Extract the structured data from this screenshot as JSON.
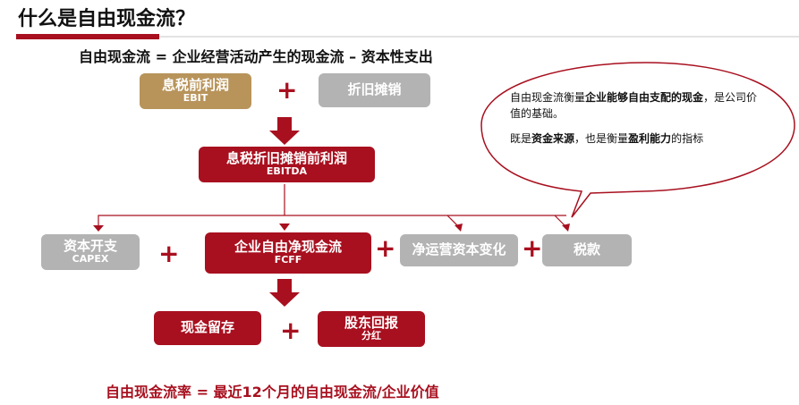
{
  "title": "什么是自由现金流？",
  "formula": "自由现金流 = 企业经营活动产生的现金流 – 资本性支出",
  "boxes": {
    "ebit": {
      "l1": "息税前利润",
      "l2": "EBIT"
    },
    "da": {
      "l1": "折旧摊销"
    },
    "ebitda": {
      "l1": "息税折旧摊销前利润",
      "l2": "EBITDA"
    },
    "capex": {
      "l1": "资本开支",
      "l2": "CAPEX"
    },
    "fcff": {
      "l1": "企业自由净现金流",
      "l2": "FCFF"
    },
    "nwc": {
      "l1": "净运营资本变化"
    },
    "tax": {
      "l1": "税款"
    },
    "retained": {
      "l1": "现金留存"
    },
    "buyback": {
      "l1": "股东回报",
      "l2": "分红"
    }
  },
  "operators": {
    "plus": "+"
  },
  "bubble": {
    "p1_a": "自由现金流衡量",
    "p1_b": "企业能够自由支配的现金",
    "p1_c": "，是公司价值的基础。",
    "p2_a": "既是",
    "p2_b": "资金来源",
    "p2_c": "，也是衡量",
    "p2_d": "盈利能力",
    "p2_e": "的指标"
  },
  "bottom_formula": "自由现金流率 = 最近12个月的自由现金流/企业价值",
  "colors": {
    "accent": "#a8101f",
    "gold": "#b8945b",
    "gray": "#b3b3b3"
  }
}
